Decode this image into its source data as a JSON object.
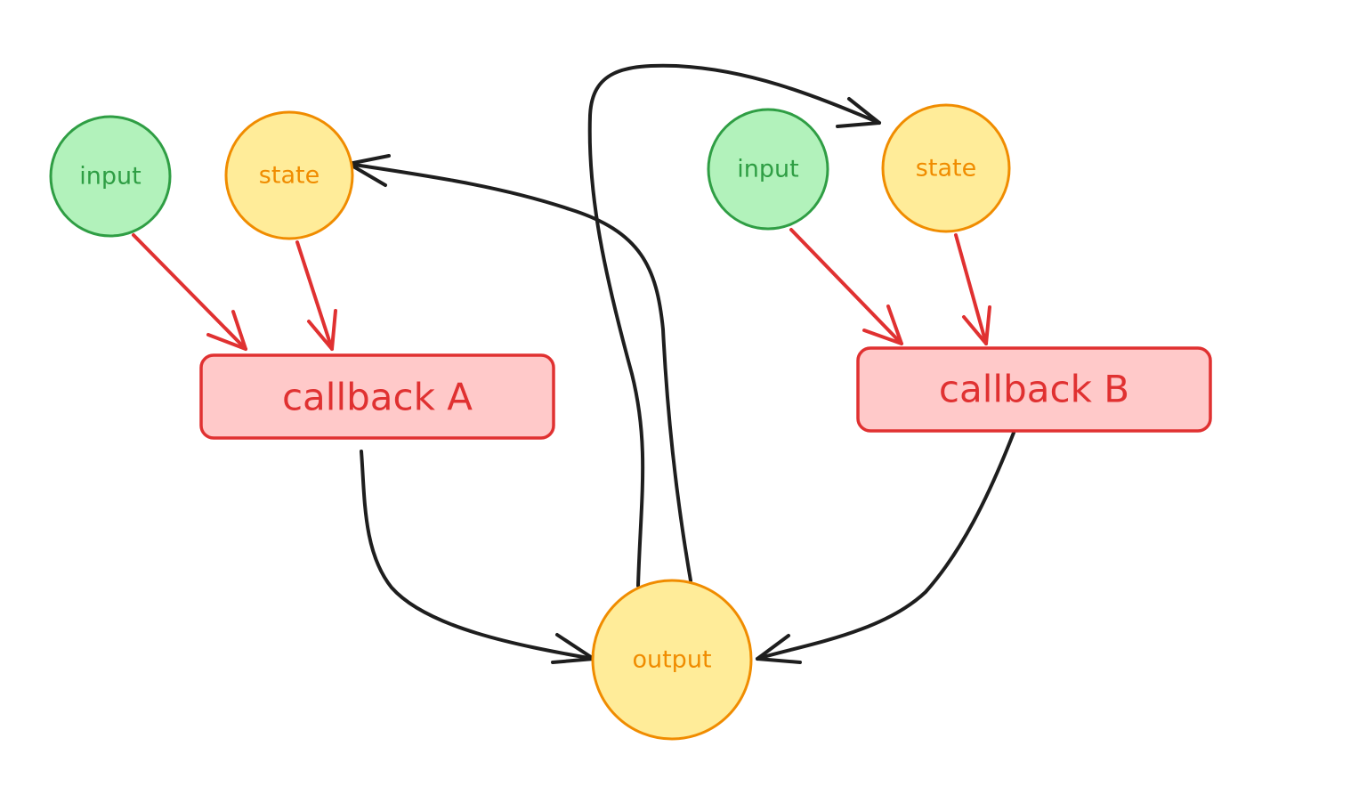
{
  "colors": {
    "input_fill": "#b2f2bb",
    "input_stroke": "#2f9e44",
    "state_fill": "#ffec99",
    "state_stroke": "#f08c00",
    "callback_fill": "#ffc9c9",
    "callback_stroke": "#e03131",
    "arrow_red": "#e03131",
    "arrow_black": "#1e1e1e"
  },
  "nodes": {
    "input_a": {
      "label": "input"
    },
    "state_a": {
      "label": "state"
    },
    "callback_a": {
      "label": "callback A"
    },
    "input_b": {
      "label": "input"
    },
    "state_b": {
      "label": "state"
    },
    "callback_b": {
      "label": "callback B"
    },
    "output": {
      "label": "output"
    }
  },
  "edges": [
    {
      "from": "input_a",
      "to": "callback_a"
    },
    {
      "from": "state_a",
      "to": "callback_a"
    },
    {
      "from": "input_b",
      "to": "callback_b"
    },
    {
      "from": "state_b",
      "to": "callback_b"
    },
    {
      "from": "callback_a",
      "to": "output"
    },
    {
      "from": "callback_b",
      "to": "output"
    },
    {
      "from": "output",
      "to": "state_a"
    },
    {
      "from": "output",
      "to": "state_b"
    }
  ]
}
